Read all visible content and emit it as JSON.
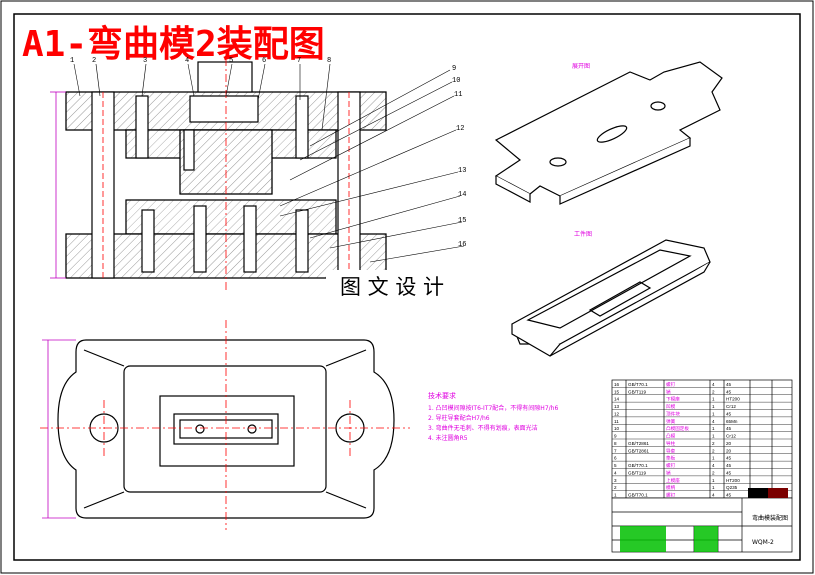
{
  "drawing": {
    "title": "A1-弯曲模2装配图",
    "watermark": "图 文 设 计"
  },
  "part_labels": {
    "blank": "展开图",
    "formed": "工件图"
  },
  "leader_numbers": [
    "1",
    "2",
    "3",
    "4",
    "5",
    "6",
    "7",
    "8",
    "9",
    "10",
    "11",
    "12",
    "13",
    "14",
    "15",
    "16"
  ],
  "tech_requirements": {
    "heading": "技术要求",
    "items": [
      "1. 凸凹模间隙按IT6-IT7配合，不得有间隙H7/h6",
      "2. 导柱导套配合H7/h6",
      "3. 弯曲件无毛刺、不得有划痕，表面光洁",
      "4. 未注圆角R5"
    ]
  },
  "title_block": {
    "name": "弯曲模装配图",
    "code": "WQM-2",
    "bom_rows": [
      [
        "16",
        "GB/T70.1",
        "螺钉",
        "4",
        "45"
      ],
      [
        "15",
        "GB/T119",
        "销",
        "2",
        "45"
      ],
      [
        "14",
        "",
        "下模座",
        "1",
        "HT200"
      ],
      [
        "13",
        "",
        "凹模",
        "1",
        "Cr12"
      ],
      [
        "12",
        "",
        "顶件块",
        "1",
        "45"
      ],
      [
        "11",
        "",
        "弹簧",
        "4",
        "65Mn"
      ],
      [
        "10",
        "",
        "凸模固定板",
        "1",
        "45"
      ],
      [
        "9",
        "",
        "凸模",
        "1",
        "Cr12"
      ],
      [
        "8",
        "GB/T2861",
        "导柱",
        "2",
        "20"
      ],
      [
        "7",
        "GB/T2861",
        "导套",
        "2",
        "20"
      ],
      [
        "6",
        "",
        "垫板",
        "1",
        "45"
      ],
      [
        "5",
        "GB/T70.1",
        "螺钉",
        "4",
        "45"
      ],
      [
        "4",
        "GB/T119",
        "销",
        "2",
        "45"
      ],
      [
        "3",
        "",
        "上模座",
        "1",
        "HT200"
      ],
      [
        "2",
        "",
        "模柄",
        "1",
        "Q235"
      ],
      [
        "1",
        "GB/T70.1",
        "螺钉",
        "4",
        "45"
      ]
    ]
  },
  "colors": {
    "title": "#ff0000",
    "outline": "#000000",
    "centerline": "#ff0000",
    "dimension": "#c000c0",
    "hatch": "#000000",
    "text_magenta": "#e000e0"
  }
}
